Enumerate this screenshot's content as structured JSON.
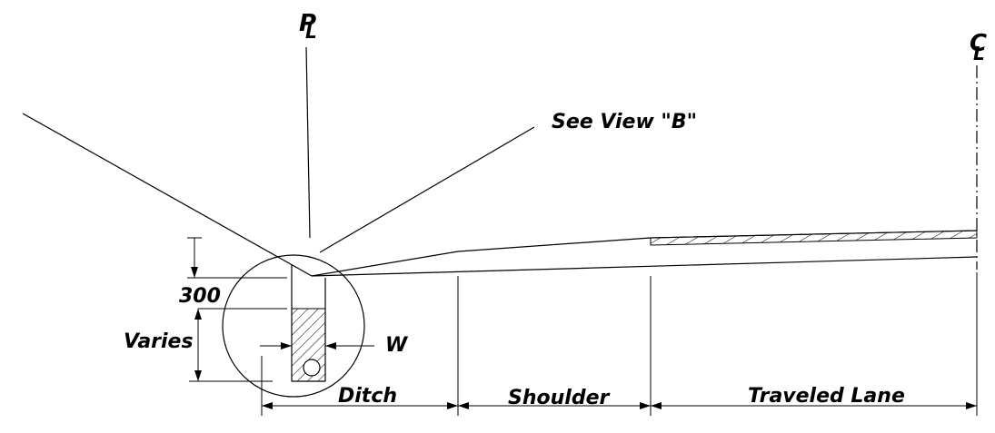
{
  "labels": {
    "property_line": "P",
    "property_line_sub": "L",
    "centerline": "C",
    "centerline_sub": "L",
    "see_view": "See View \"B\"",
    "dim_300": "300",
    "varies": "Varies",
    "width": "W",
    "ditch": "Ditch",
    "shoulder": "Shoulder",
    "traveled_lane": "Traveled Lane"
  }
}
